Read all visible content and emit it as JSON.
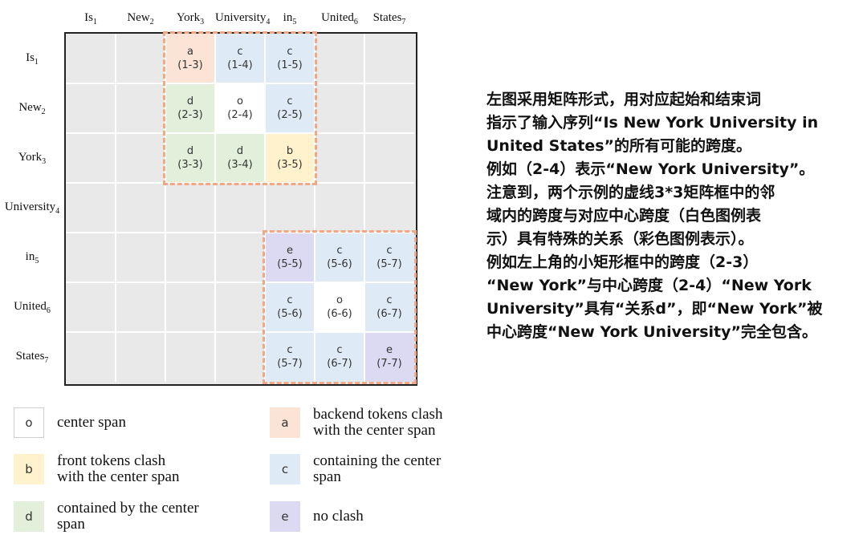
{
  "tokens": [
    "Is",
    "New",
    "York",
    "University",
    "in",
    "United",
    "States"
  ],
  "subs": [
    "1",
    "2",
    "3",
    "4",
    "5",
    "6",
    "7"
  ],
  "colors": {
    "o": "#ffffff",
    "a": "#fbe3d6",
    "b": "#fff2cc",
    "c": "#deebf7",
    "d": "#e2efda",
    "e": "#dcdaf2",
    "dashed": "#f2a884"
  },
  "cells": [
    {
      "row": 0,
      "col": 2,
      "type": "a",
      "letter": "a",
      "span": "(1-3)"
    },
    {
      "row": 0,
      "col": 3,
      "type": "c",
      "letter": "c",
      "span": "(1-4)"
    },
    {
      "row": 0,
      "col": 4,
      "type": "c",
      "letter": "c",
      "span": "(1-5)"
    },
    {
      "row": 1,
      "col": 2,
      "type": "d",
      "letter": "d",
      "span": "(2-3)"
    },
    {
      "row": 1,
      "col": 3,
      "type": "o",
      "letter": "o",
      "span": "(2-4)"
    },
    {
      "row": 1,
      "col": 4,
      "type": "c",
      "letter": "c",
      "span": "(2-5)"
    },
    {
      "row": 2,
      "col": 2,
      "type": "d",
      "letter": "d",
      "span": "(3-3)"
    },
    {
      "row": 2,
      "col": 3,
      "type": "d",
      "letter": "d",
      "span": "(3-4)"
    },
    {
      "row": 2,
      "col": 4,
      "type": "b",
      "letter": "b",
      "span": "(3-5)"
    },
    {
      "row": 4,
      "col": 4,
      "type": "e",
      "letter": "e",
      "span": "(5-5)"
    },
    {
      "row": 4,
      "col": 5,
      "type": "c",
      "letter": "c",
      "span": "(5-6)"
    },
    {
      "row": 4,
      "col": 6,
      "type": "c",
      "letter": "c",
      "span": "(5-7)"
    },
    {
      "row": 5,
      "col": 4,
      "type": "c",
      "letter": "c",
      "span": "(5-6)"
    },
    {
      "row": 5,
      "col": 5,
      "type": "o",
      "letter": "o",
      "span": "(6-6)"
    },
    {
      "row": 5,
      "col": 6,
      "type": "c",
      "letter": "c",
      "span": "(6-7)"
    },
    {
      "row": 6,
      "col": 4,
      "type": "c",
      "letter": "c",
      "span": "(5-7)"
    },
    {
      "row": 6,
      "col": 5,
      "type": "c",
      "letter": "c",
      "span": "(6-7)"
    },
    {
      "row": 6,
      "col": 6,
      "type": "e",
      "letter": "e",
      "span": "(7-7)"
    }
  ],
  "legend": [
    {
      "type": "o",
      "letter": "o",
      "text": [
        "center span"
      ]
    },
    {
      "type": "a",
      "letter": "a",
      "text": [
        "backend tokens clash",
        "with the center span"
      ]
    },
    {
      "type": "b",
      "letter": "b",
      "text": [
        "front tokens clash",
        "with the center span"
      ]
    },
    {
      "type": "c",
      "letter": "c",
      "text": [
        "containing the center",
        "span"
      ]
    },
    {
      "type": "d",
      "letter": "d",
      "text": [
        "contained by the center",
        "span"
      ]
    },
    {
      "type": "e",
      "letter": "e",
      "text": [
        "no clash"
      ]
    }
  ],
  "description": [
    "左图采用矩阵形式，用对应起始和结束词",
    "指示了输入序列“Is New York University in",
    "United States”的所有可能的跨度。",
    "例如（2-4）表示“New York University”。",
    "注意到，两个示例的虚线3*3矩阵框中的邻",
    "域内的跨度与对应中心跨度（白色图例表",
    "示）具有特殊的关系（彩色图例表示）。",
    "例如左上角的小矩形框中的跨度（2-3）",
    "“New York”与中心跨度（2-4）“New York",
    "University”具有“关系d”，即“New York”被",
    "中心跨度“New York University”完全包含。"
  ]
}
